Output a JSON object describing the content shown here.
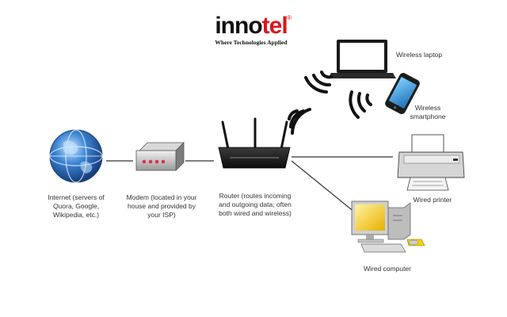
{
  "logo": {
    "brand_prefix": "inno",
    "brand_suffix": "tel",
    "registered": "®",
    "tagline": "Where Technologies Applied"
  },
  "nodes": {
    "internet": "Internet (servers of Quora, Google, Wikipedia, etc.)",
    "modem": "Modem (located in your house and provided by your ISP)",
    "router": "Router (routes incoming and outgoing data; often both wired and wireless)",
    "laptop": "Wireless laptop",
    "smartphone": "Wireless smartphone",
    "printer": "Wired printer",
    "computer": "Wired computer"
  },
  "colors": {
    "brand_red": "#d7191c",
    "globe_blue": "#2e6fb8",
    "modem_led": "#e0304a",
    "phone_blue": "#3aa0e0",
    "monitor_yellow": "#f2c200"
  },
  "icons": [
    "globe-icon",
    "modem-icon",
    "router-icon",
    "wifi-icon",
    "laptop-icon",
    "smartphone-icon",
    "printer-icon",
    "computer-icon"
  ]
}
